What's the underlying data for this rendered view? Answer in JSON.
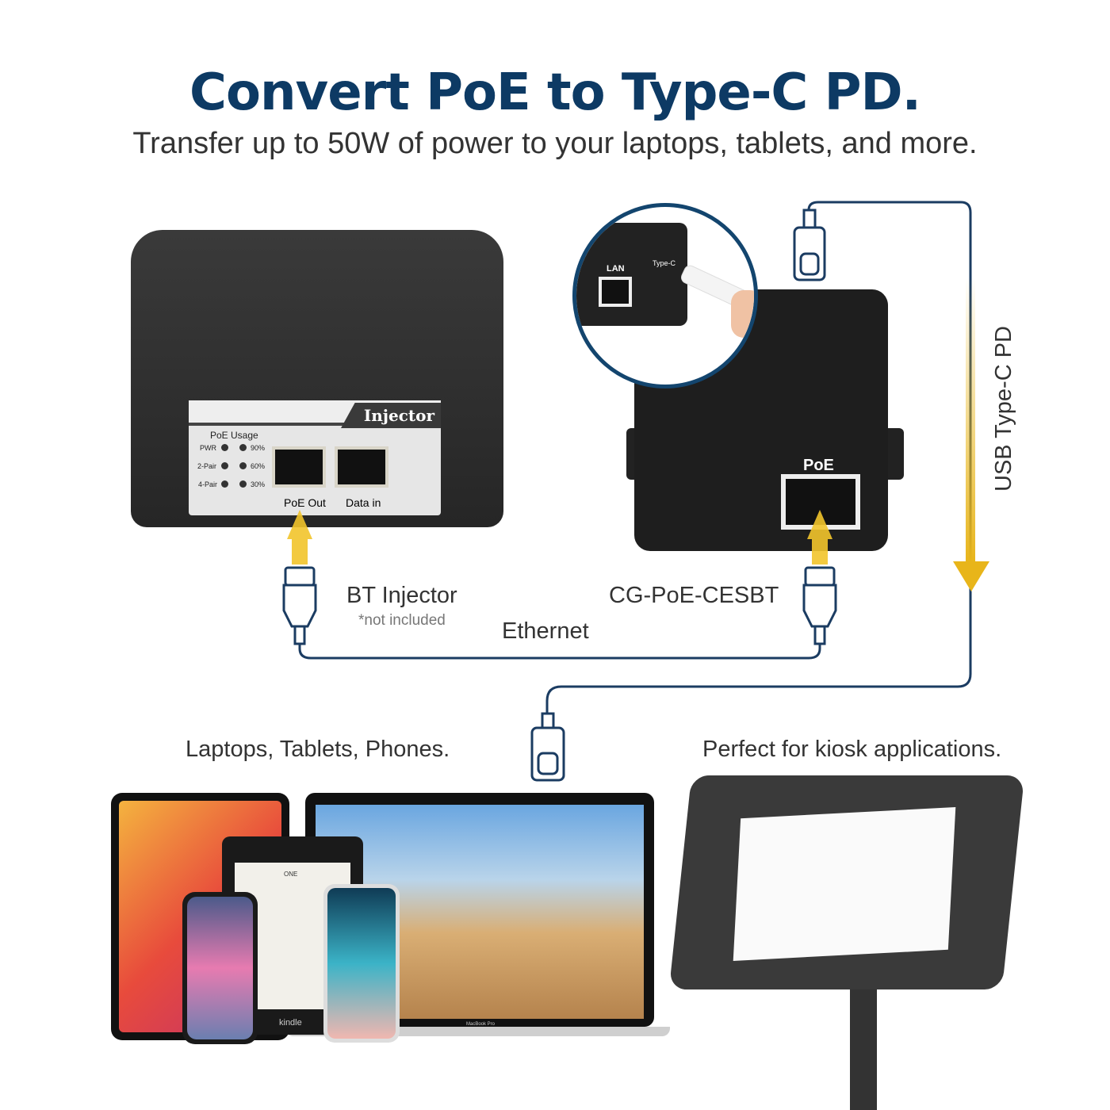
{
  "header": {
    "title": "Convert PoE to Type-C PD.",
    "subtitle": "Transfer up to 50W of power to your laptops, tablets, and more."
  },
  "injector": {
    "brand": "Injector",
    "usage_label": "PoE Usage",
    "leds_left": [
      "PWR",
      "2-Pair",
      "4-Pair"
    ],
    "leds_right": [
      "90%",
      "60%",
      "30%"
    ],
    "port1": "PoE Out",
    "port2": "Data in"
  },
  "converter": {
    "port_label": "PoE",
    "inset_lan": "LAN",
    "inset_typec": "Type-C"
  },
  "labels": {
    "bt_injector": "BT Injector",
    "not_included": "*not included",
    "model": "CG-PoE-CESBT",
    "ethernet": "Ethernet",
    "usb": "USB Type-C PD",
    "devices": "Laptops, Tablets, Phones.",
    "kiosk": "Perfect for kiosk applications."
  },
  "devices": {
    "kindle_brand": "kindle",
    "kindle_chapter": "ONE",
    "mac_brand": "MacBook Pro"
  },
  "colors": {
    "navy": "#0d3a64",
    "gold": "#e8b51a",
    "line": "#1b3c62"
  }
}
